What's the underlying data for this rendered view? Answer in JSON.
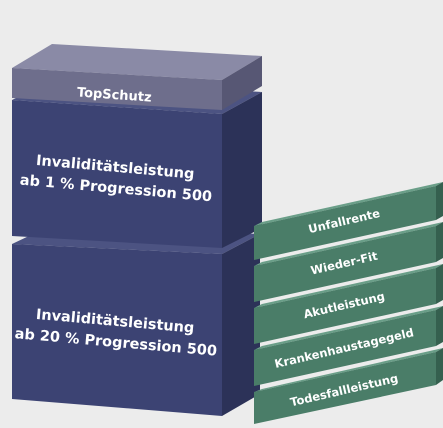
{
  "colors": {
    "background": "#ececec",
    "main_front": "#3c4373",
    "main_top": "#4c5382",
    "main_side": "#2c3258",
    "cap_front": "#6e6e8c",
    "cap_top": "#8a8aa6",
    "cap_side": "#575774",
    "side_front": "#4a7d68",
    "side_top": "#6a9e88",
    "side_side": "#35604f",
    "text": "#ffffff"
  },
  "top_block": {
    "label": "TopSchutz"
  },
  "main_blocks": [
    {
      "line1": "Invaliditätsleistung",
      "line2": "ab 1 % Progression 500"
    },
    {
      "line1": "Invaliditätsleistung",
      "line2": "ab 20 % Progression 500"
    }
  ],
  "side_blocks": [
    {
      "label": "Unfallrente"
    },
    {
      "label": "Wieder-Fit"
    },
    {
      "label": "Akutleistung"
    },
    {
      "label": "Krankenhaustagegeld"
    },
    {
      "label": "Todesfallleistung"
    }
  ]
}
